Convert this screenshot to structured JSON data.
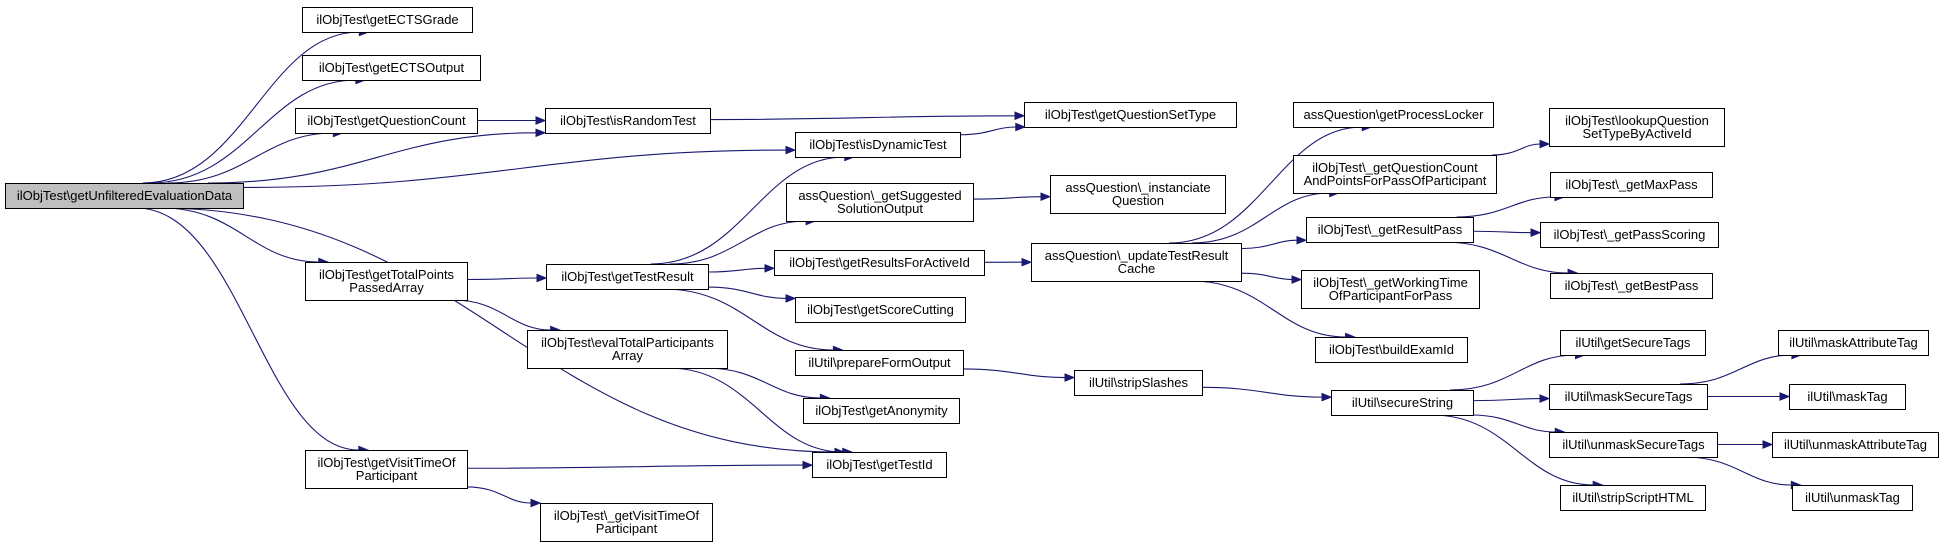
{
  "nodes": [
    {
      "id": "root",
      "lines": [
        "ilObjTest\\getUnfilteredEvaluationData"
      ],
      "root": true
    },
    {
      "id": "ects_grade",
      "lines": [
        "ilObjTest\\getECTSGrade"
      ]
    },
    {
      "id": "ects_output",
      "lines": [
        "ilObjTest\\getECTSOutput"
      ]
    },
    {
      "id": "question_count",
      "lines": [
        "ilObjTest\\getQuestionCount"
      ]
    },
    {
      "id": "is_random",
      "lines": [
        "ilObjTest\\isRandomTest"
      ]
    },
    {
      "id": "question_set_type",
      "lines": [
        "ilObjTest\\getQuestionSetType"
      ]
    },
    {
      "id": "is_dynamic",
      "lines": [
        "ilObjTest\\isDynamicTest"
      ]
    },
    {
      "id": "total_points",
      "lines": [
        "ilObjTest\\getTotalPoints",
        "PassedArray"
      ]
    },
    {
      "id": "test_result",
      "lines": [
        "ilObjTest\\getTestResult"
      ]
    },
    {
      "id": "suggested",
      "lines": [
        "assQuestion\\_getSuggested",
        "SolutionOutput"
      ]
    },
    {
      "id": "instanciate",
      "lines": [
        "assQuestion\\_instanciate",
        "Question"
      ]
    },
    {
      "id": "results_active",
      "lines": [
        "ilObjTest\\getResultsForActiveId"
      ]
    },
    {
      "id": "update_cache",
      "lines": [
        "assQuestion\\_updateTestResult",
        "Cache"
      ]
    },
    {
      "id": "process_locker",
      "lines": [
        "assQuestion\\getProcessLocker"
      ]
    },
    {
      "id": "qcount_points",
      "lines": [
        "ilObjTest\\_getQuestionCount",
        "AndPointsForPassOfParticipant"
      ]
    },
    {
      "id": "lookup_qset",
      "lines": [
        "ilObjTest\\lookupQuestion",
        "SetTypeByActiveId"
      ]
    },
    {
      "id": "result_pass",
      "lines": [
        "ilObjTest\\_getResultPass"
      ]
    },
    {
      "id": "max_pass",
      "lines": [
        "ilObjTest\\_getMaxPass"
      ]
    },
    {
      "id": "pass_scoring",
      "lines": [
        "ilObjTest\\_getPassScoring"
      ]
    },
    {
      "id": "best_pass",
      "lines": [
        "ilObjTest\\_getBestPass"
      ]
    },
    {
      "id": "working_time",
      "lines": [
        "ilObjTest\\_getWorkingTime",
        "OfParticipantForPass"
      ]
    },
    {
      "id": "build_exam",
      "lines": [
        "ilObjTest\\buildExamId"
      ]
    },
    {
      "id": "score_cutting",
      "lines": [
        "ilObjTest\\getScoreCutting"
      ]
    },
    {
      "id": "prepare_form",
      "lines": [
        "ilUtil\\prepareFormOutput"
      ]
    },
    {
      "id": "eval_total",
      "lines": [
        "ilObjTest\\evalTotalParticipants",
        "Array"
      ]
    },
    {
      "id": "strip_slashes",
      "lines": [
        "ilUtil\\stripSlashes"
      ]
    },
    {
      "id": "secure_string",
      "lines": [
        "ilUtil\\secureString"
      ]
    },
    {
      "id": "get_secure_tags",
      "lines": [
        "ilUtil\\getSecureTags"
      ]
    },
    {
      "id": "mask_secure_tags",
      "lines": [
        "ilUtil\\maskSecureTags"
      ]
    },
    {
      "id": "mask_attr_tag",
      "lines": [
        "ilUtil\\maskAttributeTag"
      ]
    },
    {
      "id": "mask_tag",
      "lines": [
        "ilUtil\\maskTag"
      ]
    },
    {
      "id": "unmask_secure_tags",
      "lines": [
        "ilUtil\\unmaskSecureTags"
      ]
    },
    {
      "id": "unmask_attr_tag",
      "lines": [
        "ilUtil\\unmaskAttributeTag"
      ]
    },
    {
      "id": "unmask_tag",
      "lines": [
        "ilUtil\\unmaskTag"
      ]
    },
    {
      "id": "strip_script",
      "lines": [
        "ilUtil\\stripScriptHTML"
      ]
    },
    {
      "id": "anonymity",
      "lines": [
        "ilObjTest\\getAnonymity"
      ]
    },
    {
      "id": "test_id",
      "lines": [
        "ilObjTest\\getTestId"
      ]
    },
    {
      "id": "visit_time",
      "lines": [
        "ilObjTest\\getVisitTimeOf",
        "Participant"
      ]
    },
    {
      "id": "visit_time_static",
      "lines": [
        "ilObjTest\\_getVisitTimeOf",
        "Participant"
      ]
    }
  ],
  "edges": [
    [
      "root",
      "ects_grade"
    ],
    [
      "root",
      "ects_output"
    ],
    [
      "root",
      "question_count"
    ],
    [
      "root",
      "is_random"
    ],
    [
      "root",
      "is_dynamic"
    ],
    [
      "root",
      "total_points"
    ],
    [
      "root",
      "test_id"
    ],
    [
      "root",
      "visit_time"
    ],
    [
      "question_count",
      "is_random"
    ],
    [
      "is_random",
      "question_set_type"
    ],
    [
      "is_dynamic",
      "question_set_type"
    ],
    [
      "total_points",
      "test_result"
    ],
    [
      "total_points",
      "eval_total"
    ],
    [
      "test_result",
      "is_dynamic"
    ],
    [
      "test_result",
      "suggested"
    ],
    [
      "test_result",
      "results_active"
    ],
    [
      "test_result",
      "score_cutting"
    ],
    [
      "test_result",
      "prepare_form"
    ],
    [
      "suggested",
      "instanciate"
    ],
    [
      "results_active",
      "update_cache"
    ],
    [
      "update_cache",
      "process_locker"
    ],
    [
      "update_cache",
      "qcount_points"
    ],
    [
      "update_cache",
      "result_pass"
    ],
    [
      "update_cache",
      "working_time"
    ],
    [
      "update_cache",
      "build_exam"
    ],
    [
      "qcount_points",
      "lookup_qset"
    ],
    [
      "result_pass",
      "max_pass"
    ],
    [
      "result_pass",
      "pass_scoring"
    ],
    [
      "result_pass",
      "best_pass"
    ],
    [
      "prepare_form",
      "strip_slashes"
    ],
    [
      "strip_slashes",
      "secure_string"
    ],
    [
      "secure_string",
      "get_secure_tags"
    ],
    [
      "secure_string",
      "mask_secure_tags"
    ],
    [
      "secure_string",
      "unmask_secure_tags"
    ],
    [
      "secure_string",
      "strip_script"
    ],
    [
      "mask_secure_tags",
      "mask_attr_tag"
    ],
    [
      "mask_secure_tags",
      "mask_tag"
    ],
    [
      "unmask_secure_tags",
      "unmask_attr_tag"
    ],
    [
      "unmask_secure_tags",
      "unmask_tag"
    ],
    [
      "eval_total",
      "anonymity"
    ],
    [
      "eval_total",
      "test_id"
    ],
    [
      "visit_time",
      "test_id"
    ],
    [
      "visit_time",
      "visit_time_static"
    ]
  ],
  "colors": {
    "edge": "#191970",
    "root_fill": "#bfbfbf",
    "node_fill": "#ffffff",
    "node_border": "#000000"
  }
}
